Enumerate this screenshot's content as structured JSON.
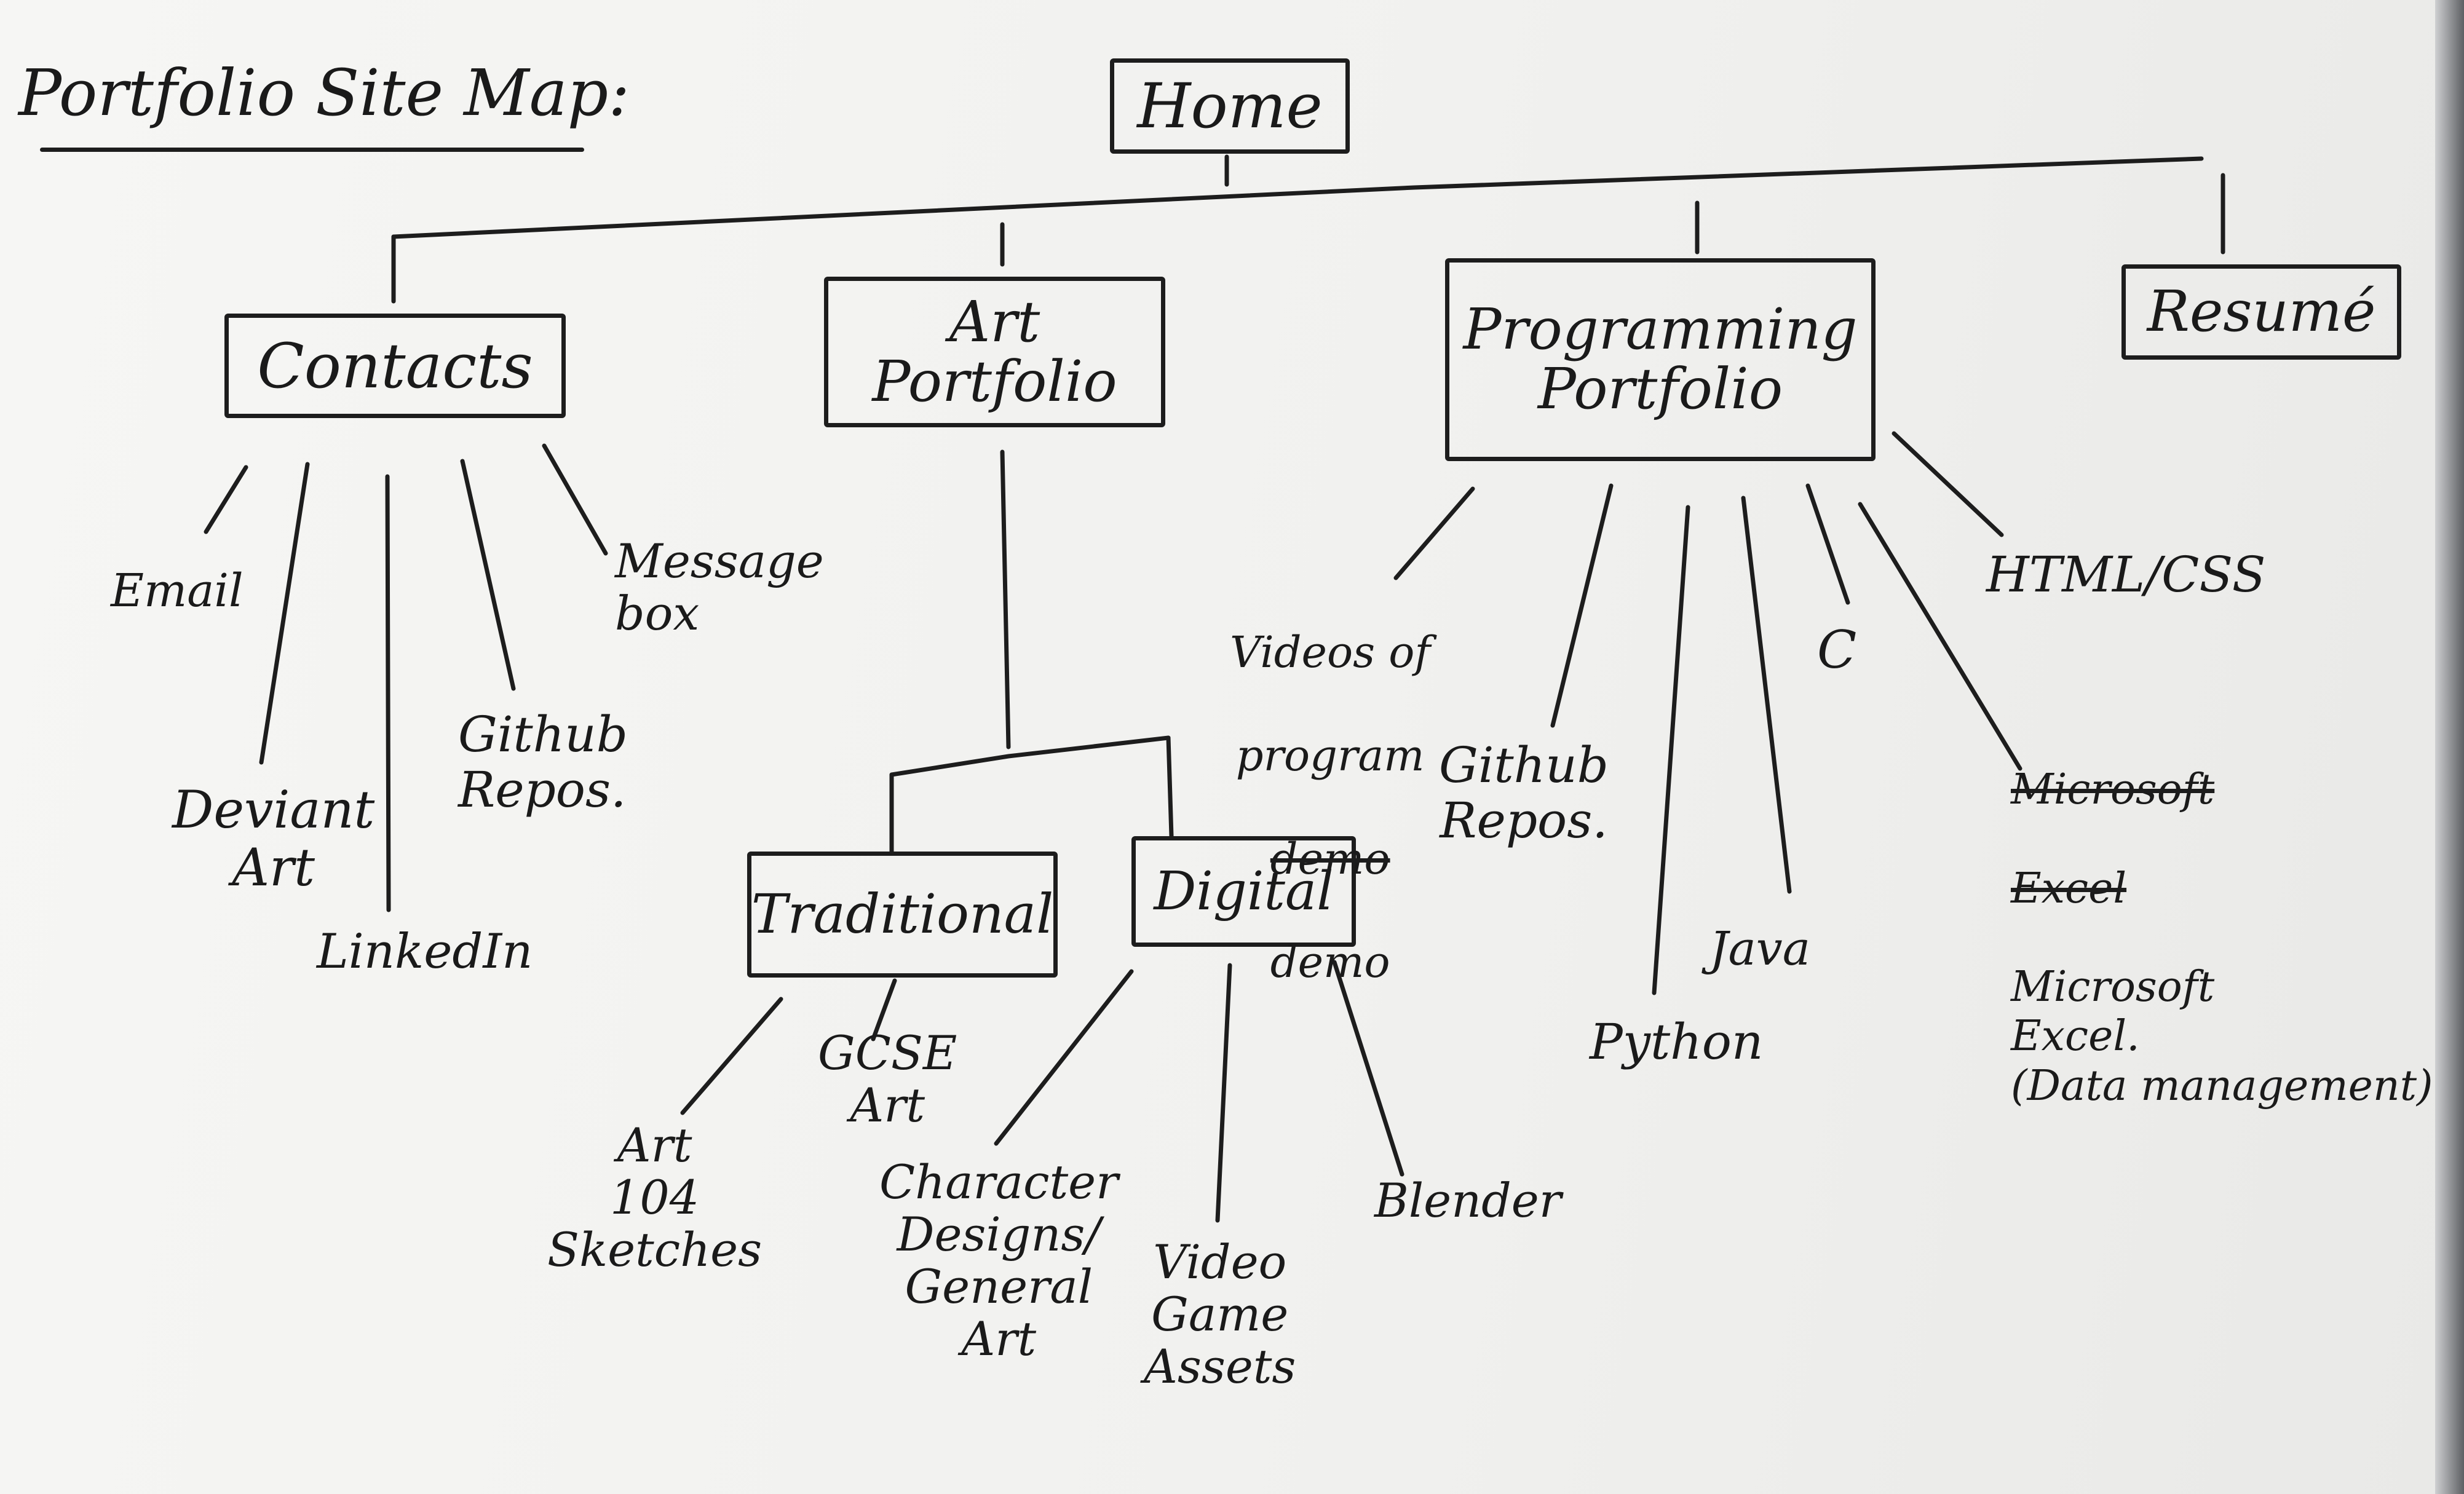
{
  "title": "Portfolio Site Map:",
  "home": "Home",
  "sections": {
    "contacts": {
      "label": "Contacts",
      "items": [
        "Email",
        "Deviant\nArt",
        "LinkedIn",
        "Github\nRepos.",
        "Message\nbox"
      ]
    },
    "art_portfolio": {
      "label": "Art\nPortfolio",
      "traditional": {
        "label": "Traditional",
        "items": [
          "Art\n104\nSketches",
          "GCSE\nArt"
        ]
      },
      "digital": {
        "label": "Digital",
        "items": [
          "Character\nDesigns/\nGeneral\nArt",
          "Video\nGame\nAssets",
          "Blender"
        ]
      }
    },
    "programming_portfolio": {
      "label": "Programming\nPortfolio",
      "videos": {
        "line1": "Videos of",
        "line2": "program",
        "struck": "demo",
        "line3": "demo"
      },
      "items": [
        "Github\nRepos.",
        "Python",
        "Java",
        "C",
        "HTML/CSS"
      ],
      "excel": {
        "struck1": "Microsoft",
        "struck2": "Excel",
        "text": "Microsoft\nExcel.\n(Data management)"
      }
    },
    "resume": {
      "label": "Resumé"
    }
  }
}
